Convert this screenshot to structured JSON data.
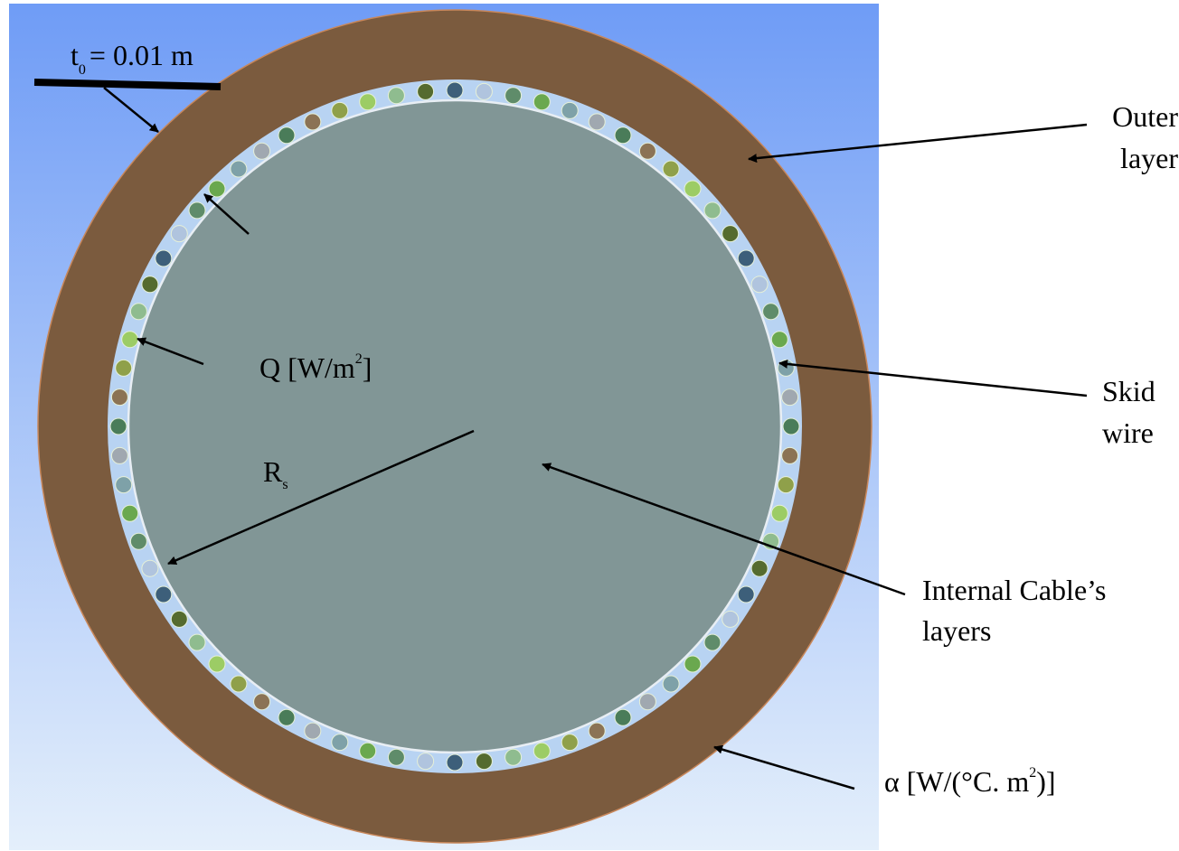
{
  "labels": {
    "t0": {
      "symbol": "t",
      "subscript": "0",
      "rest": "= 0.01 m"
    },
    "outer": {
      "line1": "Outer",
      "line2": "layer"
    },
    "skid": {
      "line1": "Skid",
      "line2": "wire"
    },
    "internal": {
      "line1": "Internal Cable’s",
      "line2": "layers"
    },
    "q": {
      "main": "Q [W/m",
      "sup": "2",
      "end": "]"
    },
    "rs": {
      "symbol": "R",
      "subscript": "s"
    },
    "alpha": {
      "main": "α [W/(°C. m",
      "sup": "2",
      "end": ")]"
    }
  },
  "colors": {
    "background_top": "#6f9cf6",
    "background_bottom": "#e4effb",
    "outer_layer": "#7b5b3e",
    "internal_layers": "#819696",
    "wire_gap": "#b8d3f2",
    "wire_palette": [
      "#6aa84f",
      "#8fbc8f",
      "#a0a8b0",
      "#3d5f7a",
      "#8b7355",
      "#5f8c6a",
      "#9ccc65",
      "#7ea1a8",
      "#556b2f",
      "#4a7c59",
      "#b0c4de",
      "#8fa04a"
    ]
  },
  "skid_wire_count": 72
}
